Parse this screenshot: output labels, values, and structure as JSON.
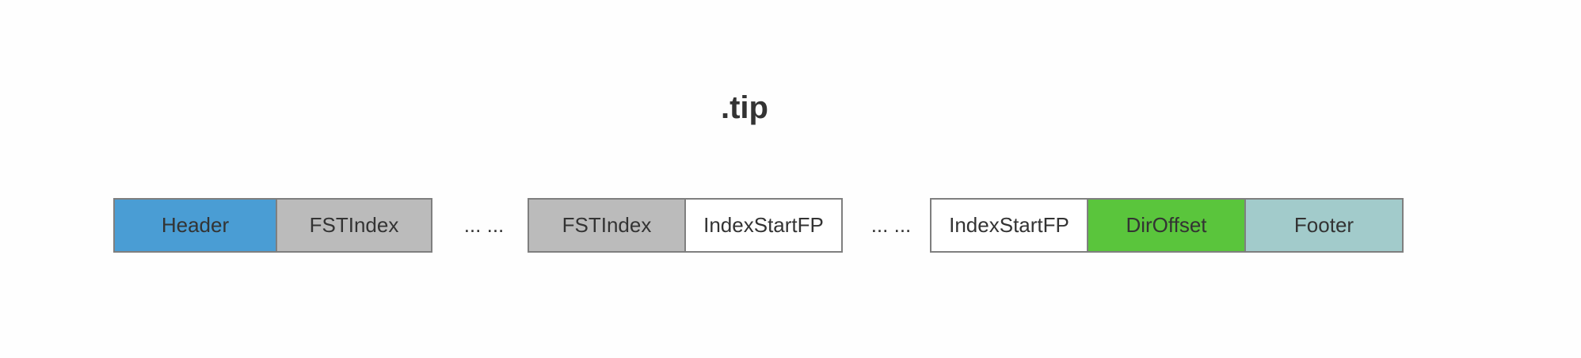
{
  "title": ".tip",
  "segments": {
    "header": {
      "label": "Header",
      "color": "#4a9dd4"
    },
    "fst_index_1": {
      "label": "FSTIndex",
      "color": "#bbbbbb"
    },
    "ellipsis_1": {
      "label": "... ..."
    },
    "fst_index_2": {
      "label": "FSTIndex",
      "color": "#bbbbbb"
    },
    "index_start_1": {
      "label": "IndexStartFP",
      "color": "#ffffff"
    },
    "ellipsis_2": {
      "label": "... ..."
    },
    "index_start_2": {
      "label": "IndexStartFP",
      "color": "#ffffff"
    },
    "dir_offset": {
      "label": "DirOffset",
      "color": "#5ac53c"
    },
    "footer": {
      "label": "Footer",
      "color": "#a2cbcb"
    }
  }
}
